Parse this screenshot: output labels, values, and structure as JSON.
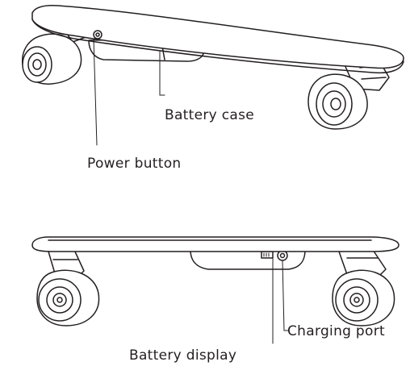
{
  "labels": {
    "battery_case": "Battery case",
    "power_button": "Power button",
    "charging_port": "Charging port",
    "battery_display": "Battery display"
  },
  "colors": {
    "line": "#231f20",
    "background": "#ffffff"
  }
}
